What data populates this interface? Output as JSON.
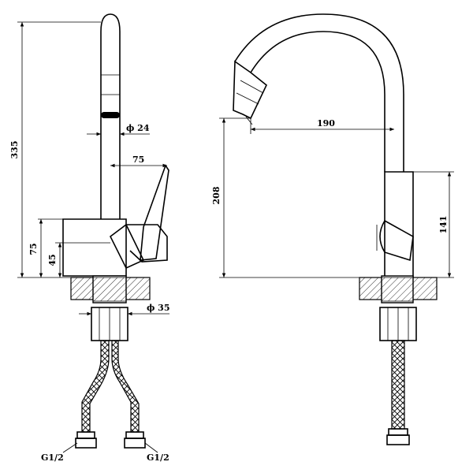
{
  "dimensions": {
    "left_height_total": "335",
    "spout_diameter": "ϕ 24",
    "handle_length": "75",
    "body_height": "75",
    "lower_height": "45",
    "base_diameter": "ϕ 35",
    "spout_reach": "190",
    "spout_height": "208",
    "body_height_right": "141"
  },
  "connections": {
    "left_thread": "G1/2",
    "right_thread": "G1/2"
  }
}
